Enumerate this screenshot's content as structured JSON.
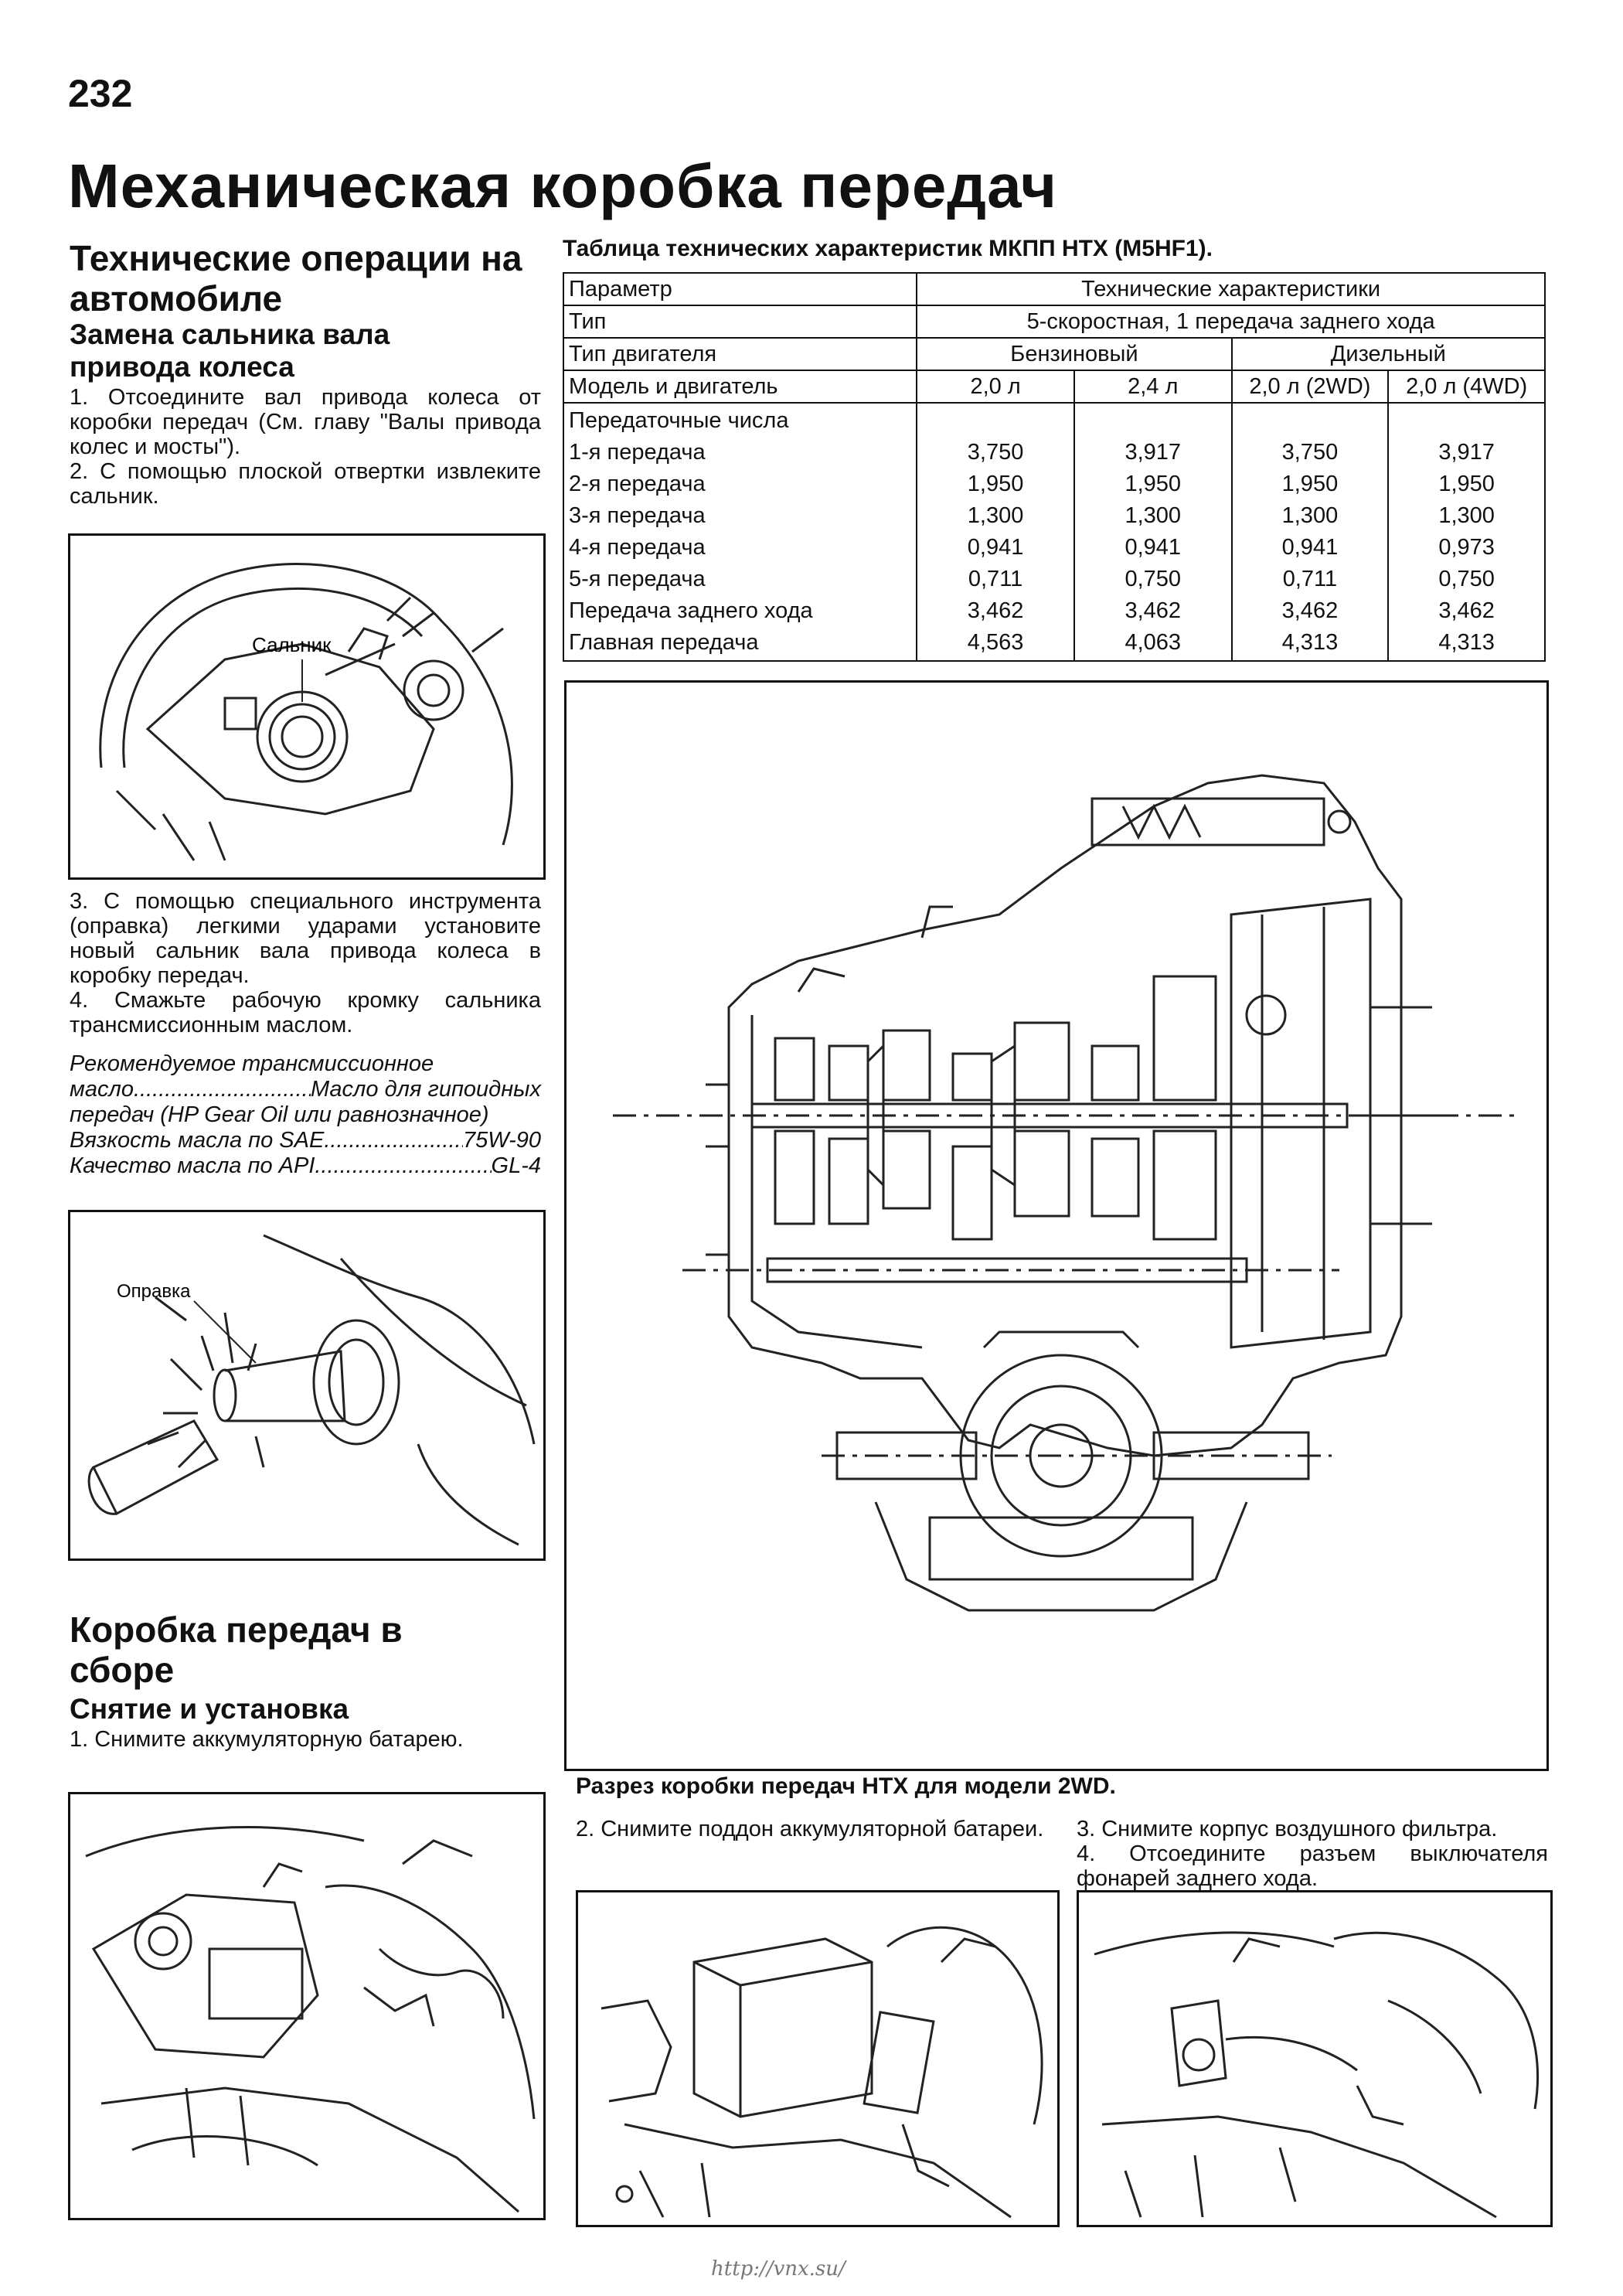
{
  "page": {
    "number": "232",
    "title": "Механическая коробка передач"
  },
  "left": {
    "section1": {
      "heading": "Технические операции на автомобиле",
      "subheading": "Замена сальника вала привода колеса",
      "steps_a": [
        "1. Отсоедините вал привода колеса от коробки передач (См. главу \"Валы привода колес и мосты\").",
        "2. С помощью плоской отвертки извлеките сальник."
      ],
      "fig1_label": "Сальник",
      "steps_b": [
        "3. С помощью специального инструмента (оправка) легкими ударами установите новый сальник вала привода колеса в коробку передач.",
        "4. Смажьте рабочую кромку сальника трансмиссионным маслом."
      ],
      "oil": {
        "intro": "Рекомендуемое трансмиссионное",
        "row1_label": "масло",
        "row1_value": "Масло для гипоидных",
        "row1_cont": "передач (HP Gear Oil или равнозначное)",
        "row2_label": "Вязкость масла по SAE",
        "row2_value": "75W-90",
        "row3_label": "Качество масла по API",
        "row3_value": "GL-4"
      },
      "fig2_label": "Оправка"
    },
    "section2": {
      "heading": "Коробка передач в сборе",
      "subheading": "Снятие и установка",
      "step1": "1. Снимите аккумуляторную батарею."
    }
  },
  "table": {
    "caption": "Таблица технических характеристик МКПП HTX (M5HF1).",
    "h_param": "Параметр",
    "h_spec": "Технические характеристики",
    "type_label": "Тип",
    "type_value": "5-скоростная, 1 передача заднего хода",
    "engine_label": "Тип двигателя",
    "engine_petrol": "Бензиновый",
    "engine_diesel": "Дизельный",
    "model_label": "Модель и двигатель",
    "models": [
      "2,0 л",
      "2,4 л",
      "2,0 л (2WD)",
      "2,0 л (4WD)"
    ],
    "ratios_label": "Передаточные числа",
    "gears": [
      {
        "label": "1-я передача",
        "values": [
          "3,750",
          "3,917",
          "3,750",
          "3,917"
        ]
      },
      {
        "label": "2-я передача",
        "values": [
          "1,950",
          "1,950",
          "1,950",
          "1,950"
        ]
      },
      {
        "label": "3-я передача",
        "values": [
          "1,300",
          "1,300",
          "1,300",
          "1,300"
        ]
      },
      {
        "label": "4-я передача",
        "values": [
          "0,941",
          "0,941",
          "0,941",
          "0,973"
        ]
      },
      {
        "label": "5-я передача",
        "values": [
          "0,711",
          "0,750",
          "0,711",
          "0,750"
        ]
      },
      {
        "label": "Передача заднего хода",
        "values": [
          "3,462",
          "3,462",
          "3,462",
          "3,462"
        ]
      },
      {
        "label": "Главная передача",
        "values": [
          "4,563",
          "4,063",
          "4,313",
          "4,313"
        ]
      }
    ]
  },
  "cutaway_caption": "Разрез коробки передач HTX для модели 2WD.",
  "right_steps": {
    "step2": "2. Снимите поддон аккумуляторной батареи.",
    "step3": "3. Снимите корпус воздушного фильтра.",
    "step4": "4. Отсоедините разъем выключателя фонарей заднего хода."
  },
  "footer": "http://vnx.su/"
}
